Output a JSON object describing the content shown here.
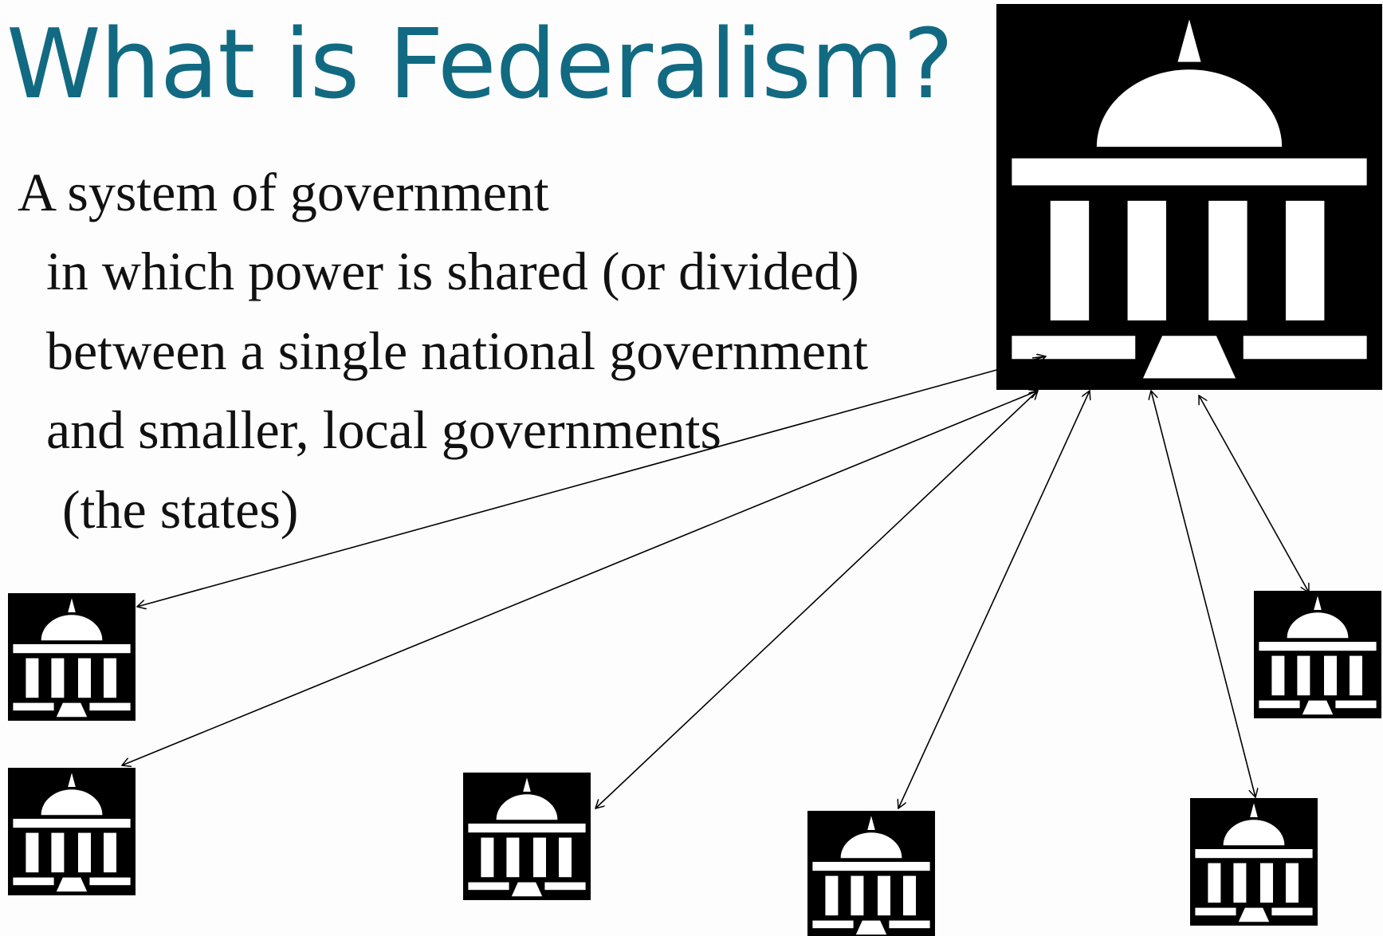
{
  "slide": {
    "title": "What is Federalism?",
    "definition_lines": [
      "A system of government",
      "in which power is shared (or divided)",
      "between a single national government",
      "and smaller, local governments",
      "(the states)"
    ]
  },
  "colors": {
    "title": "#116a82",
    "background": "#fdfdfd",
    "icon_background": "#000000",
    "icon_foreground": "#ffffff",
    "arrow": "#000000"
  },
  "diagram": {
    "central_node": {
      "icon": "capitol-building-icon",
      "role": "national government"
    },
    "state_nodes": [
      {
        "icon": "capitol-building-icon"
      },
      {
        "icon": "capitol-building-icon"
      },
      {
        "icon": "capitol-building-icon"
      },
      {
        "icon": "capitol-building-icon"
      },
      {
        "icon": "capitol-building-icon"
      },
      {
        "icon": "capitol-building-icon"
      }
    ],
    "connections": "bidirectional"
  }
}
